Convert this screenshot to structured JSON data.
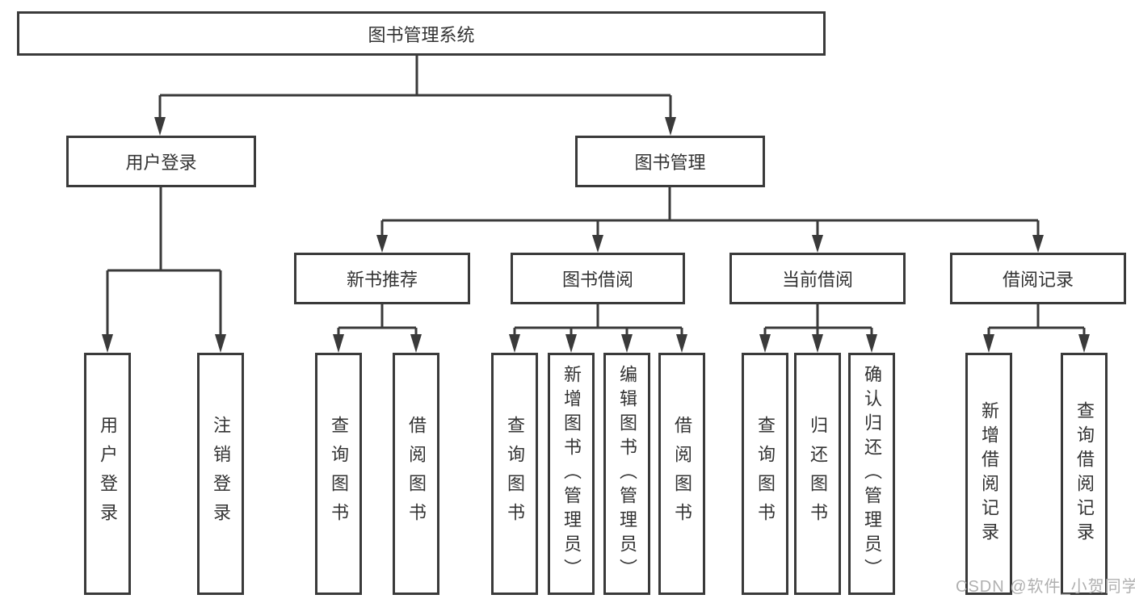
{
  "root": {
    "label": "图书管理系统"
  },
  "branches": [
    {
      "label": "用户登录",
      "leaves": [
        {
          "label": "用户登录"
        },
        {
          "label": "注销登录"
        }
      ]
    },
    {
      "label": "图书管理",
      "sections": [
        {
          "label": "新书推荐",
          "leaves": [
            {
              "label": "查询图书"
            },
            {
              "label": "借阅图书"
            }
          ]
        },
        {
          "label": "图书借阅",
          "leaves": [
            {
              "label": "查询图书"
            },
            {
              "label": "新增图书（管理员）"
            },
            {
              "label": "编辑图书（管理员）"
            },
            {
              "label": "借阅图书"
            }
          ]
        },
        {
          "label": "当前借阅",
          "leaves": [
            {
              "label": "查询图书"
            },
            {
              "label": "归还图书"
            },
            {
              "label": "确认归还（管理员）"
            }
          ]
        },
        {
          "label": "借阅记录",
          "leaves": [
            {
              "label": "新增借阅记录"
            },
            {
              "label": "查询借阅记录"
            }
          ]
        }
      ]
    }
  ],
  "watermark": {
    "text": "CSDN @软件_小贺同学"
  },
  "colors": {
    "line": "#3a3a3a",
    "text": "#333333",
    "watermark": "#b0b0b0",
    "background": "#ffffff"
  }
}
